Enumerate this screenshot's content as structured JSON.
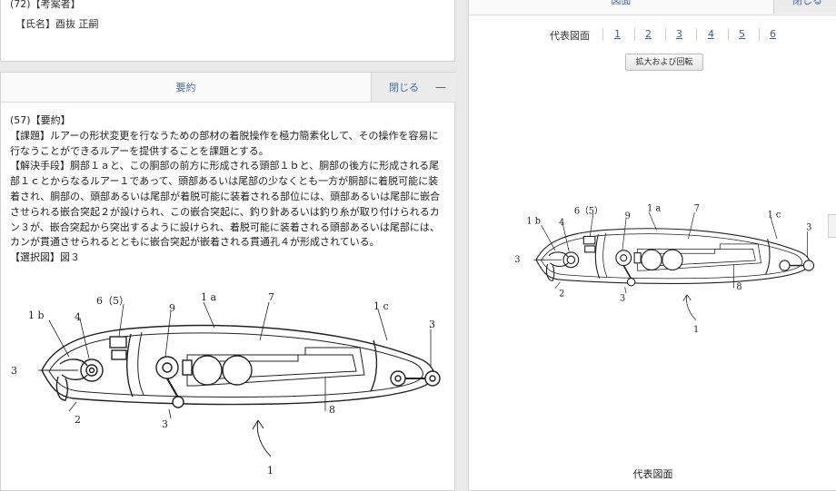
{
  "inventor": {
    "heading": "(72)【考案者】",
    "name_line": "【氏名】酉抜 正嗣"
  },
  "abstract": {
    "title": "要約",
    "close_label": "閉じる",
    "collapse_symbol": "—",
    "lines": [
      "(57)【要約】",
      "【課題】ルアーの形状変更を行なうための部材の着脱操作を極力簡素化して、その操作を容易に",
      "行なうことができるルアーを提供することを課題とする。",
      "【解決手段】胴部１ａと、この胴部の前方に形成される頭部１ｂと、胴部の後方に形成される尾",
      "部１ｃとからなるルアー１であって、頭部あるいは尾部の少なくとも一方が胴部に着脱可能に装",
      "着され、胴部の、頭部あるいは尾部が着脱可能に装着される部位には、頭部あるいは尾部に嵌合",
      "させられる嵌合突起２が設けられ、この嵌合突起に、釣り針あるいは釣り糸が取り付けられるカ",
      "ン３が、嵌合突起から突出するように設けられ、着脱可能に装着される頭部あるいは尾部には、",
      "カンが貫通させられるとともに嵌合突起が嵌着される貫通孔４が形成されている。",
      "【選択図】図３"
    ]
  },
  "figure_labels": {
    "part_6_5": "6（5）",
    "part_1a": "1 a",
    "part_1b": "1 b",
    "part_1c": "1 c",
    "part_1": "1",
    "part_2": "2",
    "part_3": "3",
    "part_4": "4",
    "part_7": "7",
    "part_8": "8",
    "part_9": "9"
  },
  "drawings": {
    "title": "図面",
    "close_label": "閉じる",
    "pager_label": "代表図面",
    "pages": [
      "1",
      "2",
      "3",
      "4",
      "5",
      "6"
    ],
    "zoom_button": "拡大および回転",
    "caption": "代表図面"
  }
}
